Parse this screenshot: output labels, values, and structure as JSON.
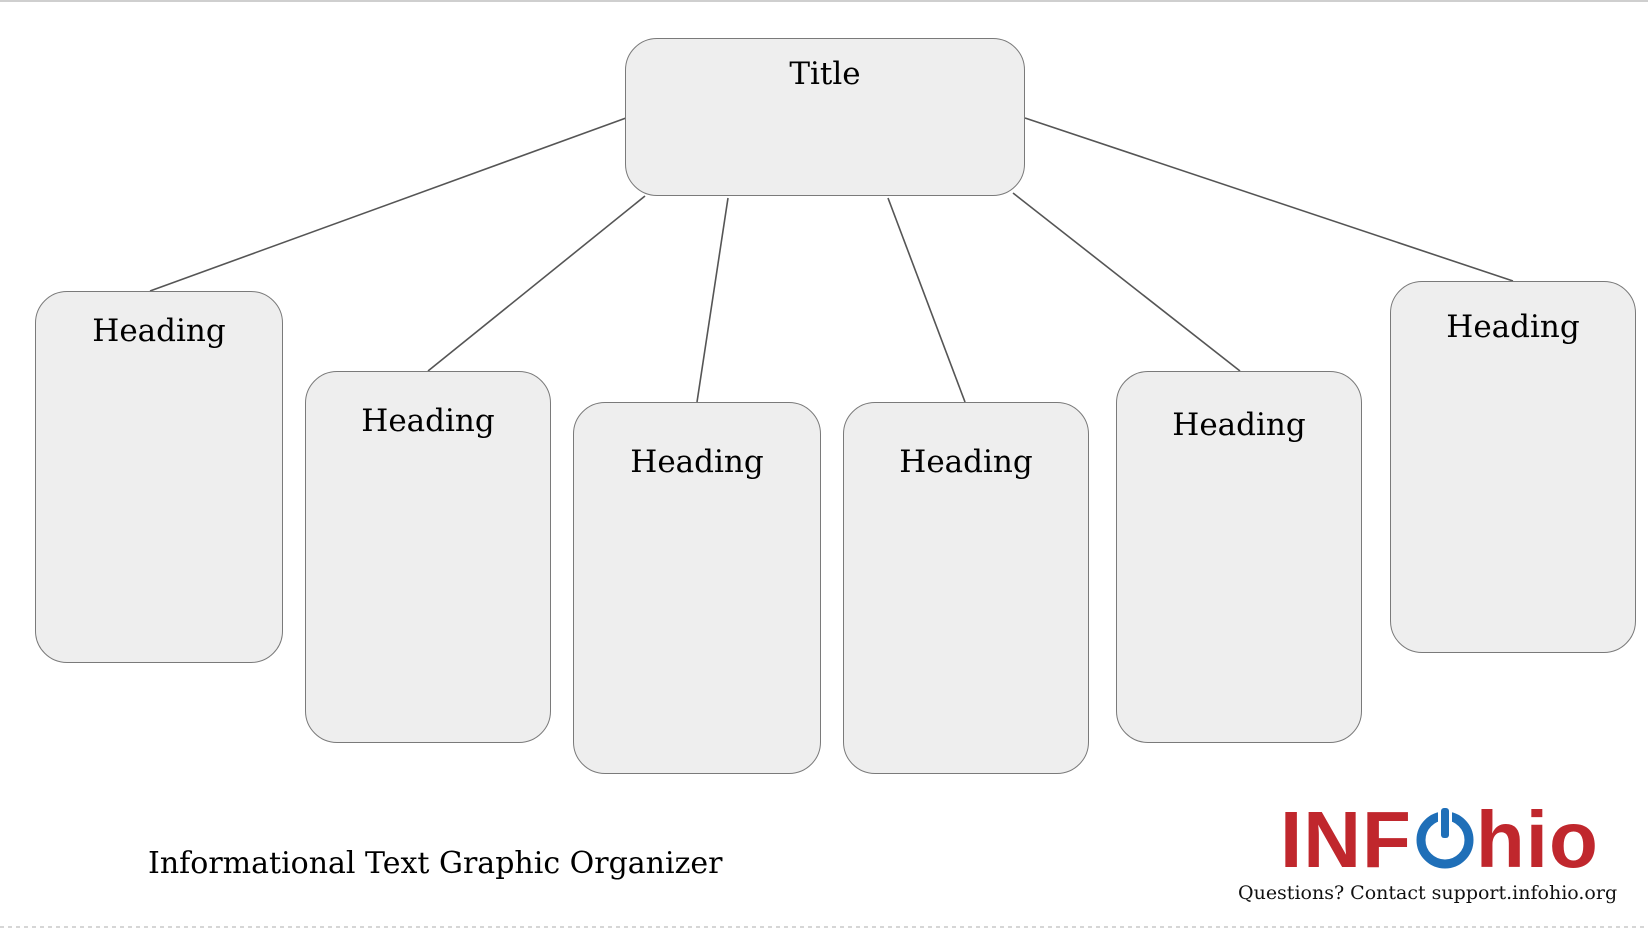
{
  "organizer": {
    "title": "Title",
    "headings": [
      "Heading",
      "Heading",
      "Heading",
      "Heading",
      "Heading",
      "Heading"
    ],
    "caption": "Informational Text Graphic Organizer"
  },
  "branding": {
    "logo_prefix": "INF",
    "logo_suffix": "hio",
    "logo_icon": "power-symbol-icon",
    "contact_text": "Questions? Contact support.infohio.org",
    "colors": {
      "logo_red": "#c0272d",
      "logo_blue": "#1f6fb8"
    }
  },
  "colors": {
    "box_fill": "#eeeeee",
    "box_border": "#7a7a7a",
    "connector": "#555555"
  }
}
